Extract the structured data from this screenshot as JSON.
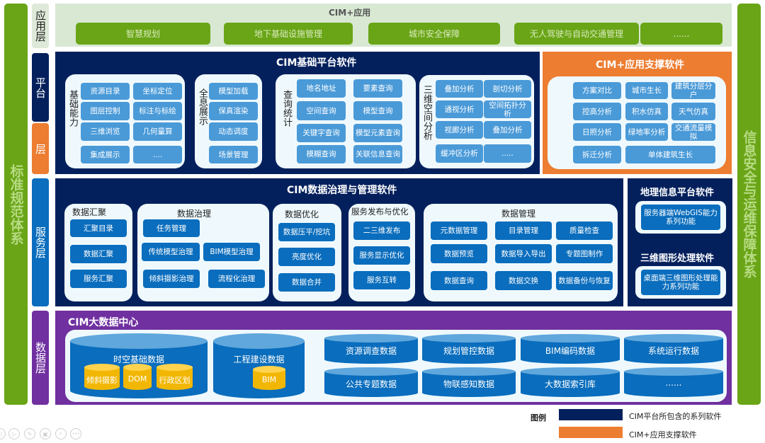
{
  "side": {
    "left_pillar": "标准规范体系",
    "right_pillar": "信息安全与运维保障体系"
  },
  "layers": {
    "app": "应用层",
    "platform_top": "平台",
    "platform_bottom": "层",
    "service": "服务层",
    "data": "数据层"
  },
  "app_layer": {
    "title": "CIM+应用",
    "items": [
      "智慧规划",
      "地下基础设施管理",
      "城市安全保障",
      "无人驾驶与自动交通管理",
      "......"
    ]
  },
  "platform": {
    "title": "CIM基础平台软件",
    "basic": {
      "label": "基础能力",
      "items": [
        "资源目录",
        "坐标定位",
        "图层控制",
        "标注与标绘",
        "三维浏览",
        "几何量算",
        "集成展示",
        "...."
      ]
    },
    "holo": {
      "label": "全息展示",
      "items": [
        "模型加载",
        "保真渲染",
        "动态调度",
        "场景管理"
      ]
    },
    "query": {
      "label": "查询统计",
      "items": [
        "地名地址",
        "要素查询",
        "空间查询",
        "模型查询",
        "关键字查询",
        "模型元素查询",
        "模糊查询",
        "关联信息查询"
      ]
    },
    "analysis": {
      "label": "三维空间分析",
      "items": [
        "叠加分析",
        "剖切分析",
        "通视分析",
        "空间拓扑分析",
        "视廊分析",
        "叠加分析",
        "缓冲区分析",
        "....."
      ]
    }
  },
  "support": {
    "title": "CIM+应用支撑软件",
    "items": [
      "方案对比",
      "城市生长",
      "建筑分层分户",
      "控高分析",
      "积水仿真",
      "天气仿真",
      "日照分析",
      "绿地率分析",
      "交通流量模拟",
      "拆迁分析",
      "单体建筑生长"
    ]
  },
  "governance": {
    "title": "CIM数据治理与管理软件",
    "aggregation": {
      "title": "数据汇聚",
      "items": [
        "汇聚目录",
        "数据汇聚",
        "服务汇聚"
      ]
    },
    "treatment": {
      "title": "数据治理",
      "items": [
        "任务管理",
        "传统模型治理",
        "BIM模型治理",
        "倾斜摄影治理",
        "流程化治理"
      ]
    },
    "optimize": {
      "title": "数据优化",
      "items": [
        "数据压平/挖坑",
        "亮度优化",
        "数据合并"
      ]
    },
    "publish": {
      "title": "服务发布与优化",
      "items": [
        "二三维发布",
        "服务显示优化",
        "服务互转"
      ]
    },
    "manage": {
      "title": "数据管理",
      "items": [
        "元数据管理",
        "目录管理",
        "质量检查",
        "数据预览",
        "数据导入导出",
        "专题图制作",
        "数据查询",
        "数据交换",
        "数据备份与恢复"
      ]
    }
  },
  "gis": {
    "title": "地理信息平台软件",
    "item": "服务器端WebGIS能力系列功能",
    "title2": "三维图形处理软件",
    "item2": "桌面端三维图形处理能力系列功能"
  },
  "data_center": {
    "title": "CIM大数据中心",
    "spatiotemporal": {
      "label": "时空基础数据",
      "subs": [
        "倾斜摄影",
        "DOM",
        "行政区划"
      ]
    },
    "engineering": {
      "label": "工程建设数据",
      "subs": [
        "BIM"
      ]
    },
    "cylinders": [
      "资源调查数据",
      "规划管控数据",
      "BIM编码数据",
      "系统运行数据",
      "公共专题数据",
      "物联感知数据",
      "大数据索引库",
      "......"
    ]
  },
  "legend": {
    "title": "图例",
    "items": [
      {
        "label": "CIM平台所包含的系列软件",
        "color": "#04205c"
      },
      {
        "label": "CIM+应用支撑软件",
        "color": "#ed7d31"
      }
    ]
  },
  "toolbar": {
    "icons": [
      "prev-icon",
      "play-icon",
      "pen-icon",
      "slides-icon",
      "zoom-icon",
      "more-icon"
    ],
    "glyphs": [
      "◁",
      "▷",
      "✎",
      "▣",
      "⌕",
      "•••"
    ]
  }
}
